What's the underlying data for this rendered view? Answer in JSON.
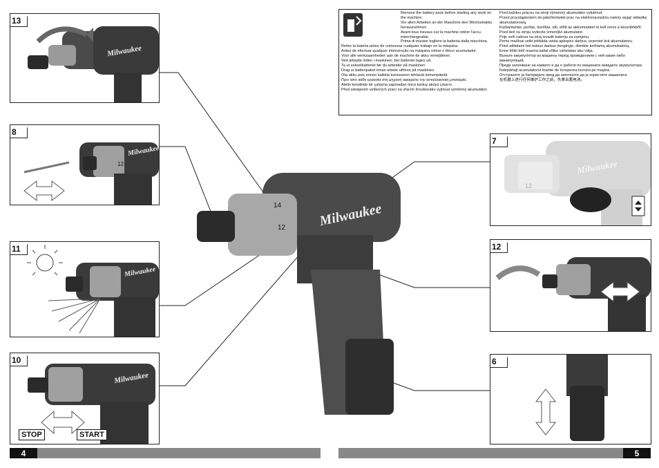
{
  "figures": {
    "fig13": "13",
    "fig8": "8",
    "fig11": "11",
    "fig10": "10",
    "fig7": "7",
    "fig12": "12",
    "fig6": "6"
  },
  "tool": {
    "brand": "Milwaukee",
    "dial_a": "14",
    "dial_b": "12"
  },
  "fig10": {
    "stop": "STOP",
    "start": "START"
  },
  "warning": {
    "left_col": [
      "Remove the battery pack before starting any work on the machine.",
      "Vor allen Arbeiten an der Maschine den Wechselakku herausnehmen",
      "Avant tous travaux sur la machine retirer l'accu interchangeable.",
      "Prima di iniziare togliere la batteria dalla macchina.",
      "Retire la bateria antes de comenzar cualquier trabajo en la máquina.",
      "Antes de efectuar qualquer intervenção na máquina retirar o bloco acumulador.",
      "Voor alle werkzaamheden aan de machine de akku verwijderen.",
      "Ved arbejde inden i maskinen, ber batteriet tages ud.",
      "Ta ut vekselbatteriet før du arbeider på maskinen",
      "Drag ur batteripaket innan arbete utföres på maskinen.",
      "Ota akku pois ennen kaikkia koneeseen tehtäviä toimenpiteitä.",
      "Πριν από κάθε εργασία στη μηχανή αφαιρείτε την ανταλλακτική μπαταρία.",
      "Aletin kendinde bir çalışma yapmadan önce kartuş aküyü çıkarın.",
      "Před zahájením veškerých prací na vřacím šroubováku vyjmout výměnný akumulátor."
    ],
    "right_col": [
      "Pred každou prácou na stroji výmenný akumulátor vytiahnuť.",
      "Przed przystąpieniem do jakichkolwiek prac na elektronarzędziu należy wyjąć wkładkę akumulatorową.",
      "Karbantartás, javítás, tisztítás, stb. előtt az akkumulátort ki kell venni a készülékből.",
      "Pred delí na stroju izvlecite izmenljivi akumulator.",
      "Prije svih radova na stroj izvadīt bateriju za zamjenu.",
      "Pirms mašīnai veikt jebkāda veida apkopes darbus, izņemiet ārā akumulatoru.",
      "Prieš atlikdami bet kokius darbus įrenginyje, išimkite keičiamą akumuliatorių.",
      "Enne kõiki tööl masina kallal võtke vahetatav aku välja.",
      "Выньте аккумулятор из машины перед проведением с ней каких-либо манипуляций.",
      "Преди започване на каквато е да е работи по машината извадете акумулатора.",
      "Îndepărtaţi acumulatorul înainte de începerea lucrului pe maşina",
      "Отстранете ја батеријата пред да започнете да ја користите машината.",
      "在机器上进行任何维护工作之前，先拿出蓄电池。"
    ]
  },
  "footer": {
    "left_page": "4",
    "right_page": "5"
  },
  "colors": {
    "tool_red": "#b3b3b3",
    "dark": "#3a3a3a",
    "footer_gray": "#888888"
  }
}
